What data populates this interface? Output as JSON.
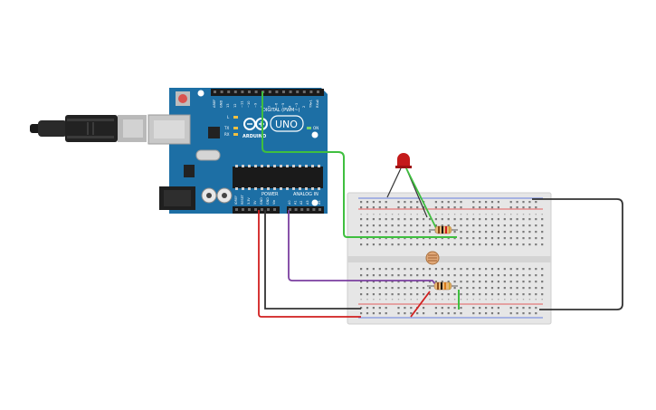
{
  "colors": {
    "arduino_board": "#1d6fa5",
    "arduino_dark": "#16577f",
    "breadboard": "#e6e6e6",
    "rail_red": "#e03131",
    "rail_blue": "#3b5bdb",
    "wire_green": "#3fbf3f",
    "wire_black": "#333333",
    "wire_red": "#d11f1f",
    "wire_purple": "#7b3fa0",
    "led_red": "#c41a1a",
    "background": "#ffffff"
  },
  "arduino": {
    "brand_label": "ARDUINO",
    "model_label": "UNO",
    "digital_header_label": "DIGITAL (PWM~)",
    "power_header_label": "POWER",
    "analog_header_label": "ANALOG IN",
    "led_labels": [
      "L",
      "TX",
      "RX"
    ],
    "on_label": "ON",
    "power_pin_labels": [
      "IOREF",
      "RESET",
      "3.3V",
      "5V",
      "GND",
      "GND",
      "Vin"
    ],
    "analog_pin_labels": [
      "A0",
      "A1",
      "A2",
      "A3",
      "A4",
      "A5"
    ],
    "digital_pin_labels": [
      "AREF",
      "GND",
      "13",
      "12",
      "~11",
      "~10",
      "~9",
      "8",
      "7",
      "~6",
      "~5",
      "4",
      "~3",
      "2",
      "TX▸1",
      "RX◂0"
    ]
  },
  "components": {
    "usb_cable": "usb-icon",
    "led": "led-icon",
    "photoresistor": "photoresistor-icon",
    "resistors": [
      "resistor-icon",
      "resistor-icon"
    ]
  }
}
